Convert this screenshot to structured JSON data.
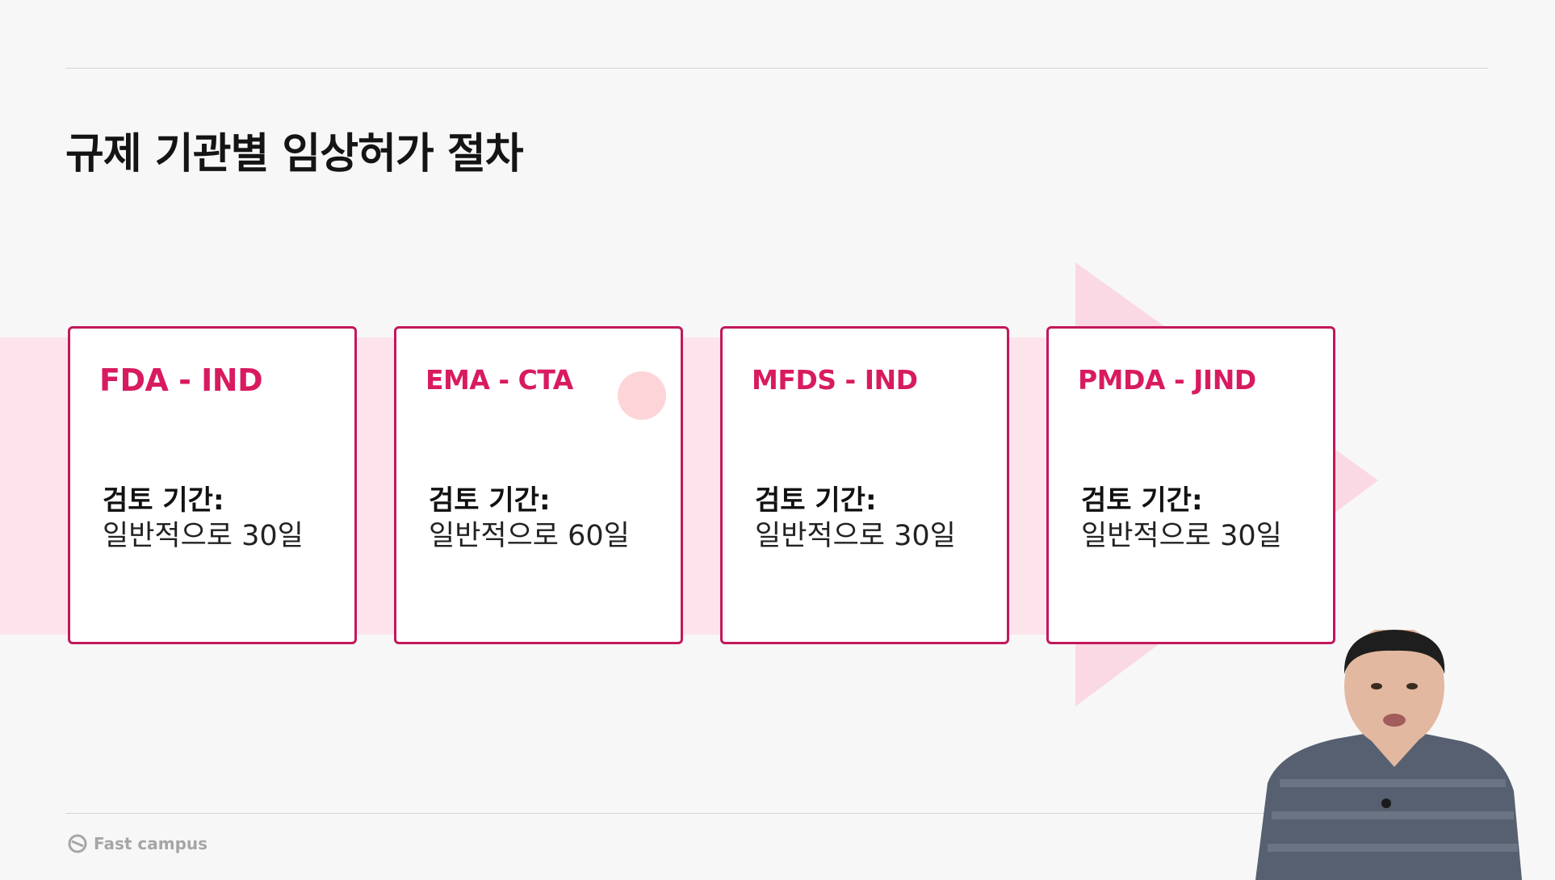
{
  "slide": {
    "title": "규제 기관별 임상허가 절차",
    "cards": [
      {
        "title": "FDA - IND",
        "label": "검토 기간:",
        "text": "일반적으로 30일"
      },
      {
        "title": "EMA -   CTA",
        "label": "검토 기간:",
        "text": "일반적으로 60일"
      },
      {
        "title": "MFDS   - IND",
        "label": "검토 기간:",
        "text": "일반적으로 30일"
      },
      {
        "title": "PMDA  - JIND",
        "label": "검토 기간:",
        "text": "일반적으로 30일"
      }
    ],
    "brand": "Fast campus"
  },
  "colors": {
    "accent": "#d81b60",
    "card_border": "#c2185b",
    "band": "#fde4ec"
  },
  "icons": {
    "logo": "fastcampus-logo-icon"
  }
}
